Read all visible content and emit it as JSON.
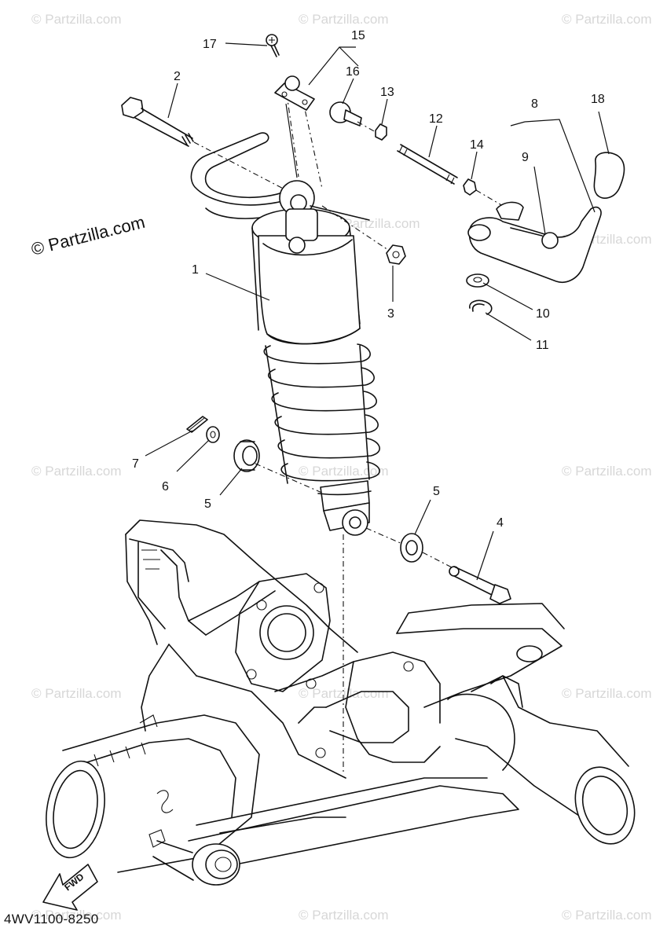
{
  "diagram": {
    "code": "4WV1100-8250",
    "fwd_label": "FWD",
    "watermark_main": "© Partzilla.com",
    "watermark_faint": "© Partzilla.com"
  },
  "callouts": [
    {
      "id": "c1",
      "label": "1"
    },
    {
      "id": "c2",
      "label": "2"
    },
    {
      "id": "c3",
      "label": "3"
    },
    {
      "id": "c4",
      "label": "4"
    },
    {
      "id": "c5a",
      "label": "5"
    },
    {
      "id": "c5b",
      "label": "5"
    },
    {
      "id": "c6",
      "label": "6"
    },
    {
      "id": "c7",
      "label": "7"
    },
    {
      "id": "c8",
      "label": "8"
    },
    {
      "id": "c9",
      "label": "9"
    },
    {
      "id": "c10",
      "label": "10"
    },
    {
      "id": "c11",
      "label": "11"
    },
    {
      "id": "c12",
      "label": "12"
    },
    {
      "id": "c13",
      "label": "13"
    },
    {
      "id": "c14",
      "label": "14"
    },
    {
      "id": "c15",
      "label": "15"
    },
    {
      "id": "c16",
      "label": "16"
    },
    {
      "id": "c17",
      "label": "17"
    },
    {
      "id": "c18",
      "label": "18"
    }
  ]
}
